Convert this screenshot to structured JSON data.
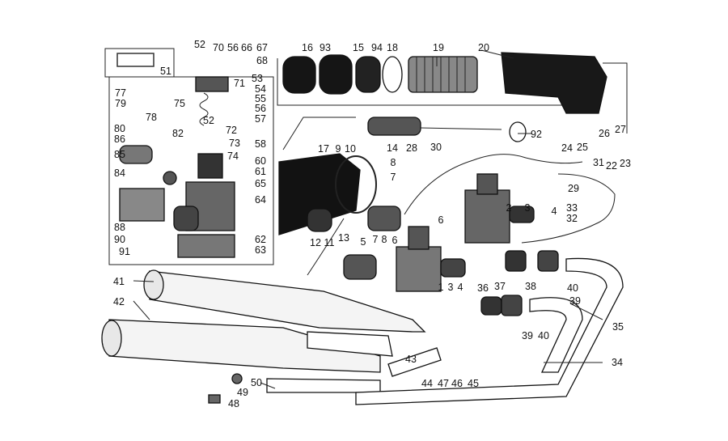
{
  "diagram": {
    "callouts": {
      "c1": "1",
      "c2": "2",
      "c3": "3",
      "c4": "4",
      "c5": "5",
      "c6": "6",
      "c7": "7",
      "c8": "8",
      "c9": "9",
      "c10": "10",
      "c11": "11",
      "c12": "12",
      "c13": "13",
      "c14": "14",
      "c15": "15",
      "c16": "16",
      "c17": "17",
      "c18": "18",
      "c19": "19",
      "c20": "20",
      "c22": "22",
      "c23": "23",
      "c24": "24",
      "c25": "25",
      "c26": "26",
      "c27": "27",
      "c28": "28",
      "c29": "29",
      "c30": "30",
      "c31": "31",
      "c32": "32",
      "c33": "33",
      "c34": "34",
      "c35": "35",
      "c36": "36",
      "c37": "37",
      "c38": "38",
      "c39": "39",
      "c40": "40",
      "c41": "41",
      "c42": "42",
      "c43": "43",
      "c44": "44",
      "c45": "45",
      "c46": "46",
      "c47": "47",
      "c48": "48",
      "c49": "49",
      "c50": "50",
      "c51": "51",
      "c52": "52",
      "c53": "53",
      "c54": "54",
      "c55": "55",
      "c56": "56",
      "c57": "57",
      "c58": "58",
      "c60": "60",
      "c61": "61",
      "c62": "62",
      "c63": "63",
      "c64": "64",
      "c65": "65",
      "c66": "66",
      "c67": "67",
      "c68": "68",
      "c70": "70",
      "c71": "71",
      "c72": "72",
      "c73": "73",
      "c74": "74",
      "c75": "75",
      "c77": "77",
      "c78": "78",
      "c79": "79",
      "c80": "80",
      "c82": "82",
      "c84": "84",
      "c85": "85",
      "c86": "86",
      "c88": "88",
      "c90": "90",
      "c91": "91",
      "c92": "92",
      "c93": "93",
      "c94": "94"
    }
  }
}
